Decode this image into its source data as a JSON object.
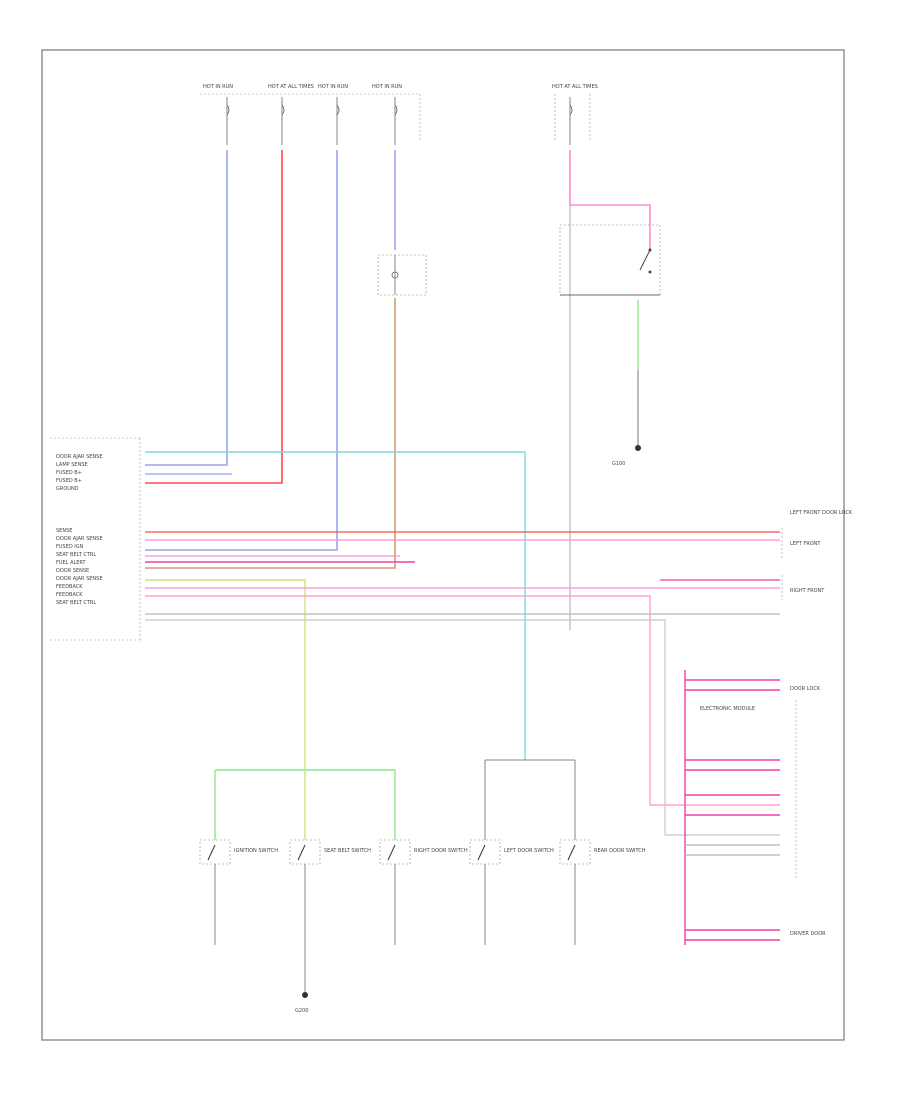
{
  "footer_code": "",
  "fuses": [
    {
      "id": "f1",
      "label": "HOT IN RUN"
    },
    {
      "id": "f2",
      "label": "HOT AT ALL TIMES"
    },
    {
      "id": "f3",
      "label": "HOT IN RUN"
    },
    {
      "id": "f4",
      "label": "HOT IN RUN"
    },
    {
      "id": "f5",
      "label": "HOT AT ALL TIMES"
    }
  ],
  "junction_box_label": "",
  "power_dist_label": "",
  "module_label": "",
  "module_pins": [
    {
      "text": "DOOR AJAR SENSE"
    },
    {
      "text": "LAMP SENSE"
    },
    {
      "text": "FUSED B+"
    },
    {
      "text": "FUSED B+"
    },
    {
      "text": "GROUND"
    },
    {
      "text": "SENSE"
    },
    {
      "text": "DOOR AJAR SENSE"
    },
    {
      "text": "FUSED IGN"
    },
    {
      "text": "SEAT BELT CTRL"
    },
    {
      "text": "FUEL ALERT"
    },
    {
      "text": "DOOR SENSE"
    },
    {
      "text": "DOOR AJAR SENSE"
    },
    {
      "text": "FEEDBACK"
    },
    {
      "text": "FEEDBACK"
    },
    {
      "text": "SEAT BELT CTRL"
    }
  ],
  "right_components": [
    {
      "text": "LEFT FRONT DOOR LOCK"
    },
    {
      "text": "LEFT FRONT"
    },
    {
      "text": "RIGHT FRONT"
    },
    {
      "text": "ELECTRONIC MODULE"
    },
    {
      "text": "DOOR LOCK"
    },
    {
      "text": "DRIVER DOOR"
    }
  ],
  "switches": [
    {
      "text": "IGNITION SWITCH"
    },
    {
      "text": "SEAT BELT SWITCH"
    },
    {
      "text": "RIGHT DOOR SWITCH"
    },
    {
      "text": "LEFT DOOR SWITCH"
    },
    {
      "text": "REAR DOOR SWITCH"
    }
  ],
  "grounds": [
    {
      "text": "G100"
    },
    {
      "text": "G200"
    }
  ],
  "colors": {
    "blue": "#9aa4ee",
    "red": "#ff4a4a",
    "tan": "#cfa070",
    "violet": "#a9a0f0",
    "pink": "#ff8fd0",
    "cyan": "#7fd8e0",
    "green": "#8ee68a",
    "lime": "#c8e878",
    "magenta": "#f040a8",
    "gray": "#b8b8b8",
    "line": "#666666"
  }
}
